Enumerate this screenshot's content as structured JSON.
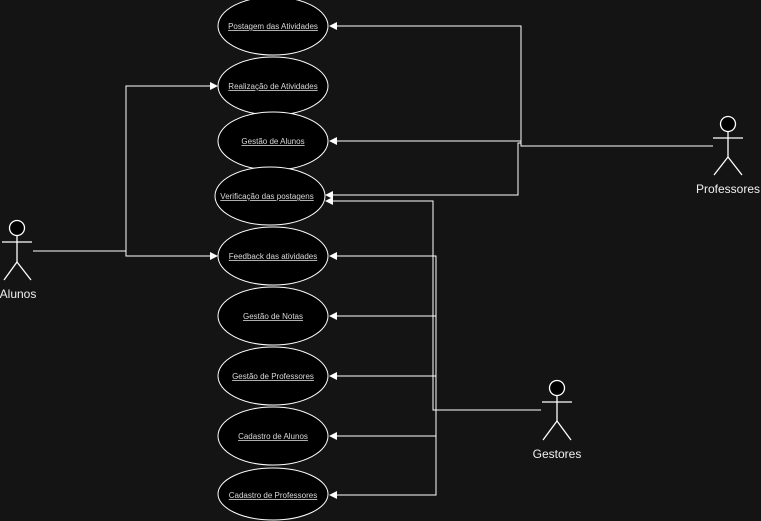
{
  "colors": {
    "background": "#141414",
    "stroke": "#ffffff",
    "ellipse_fill": "#000000",
    "usecase_text": "#d9d9d9",
    "actor_text": "#f0f0f0"
  },
  "actors": {
    "alunos": "Alunos",
    "professores": "Professores",
    "gestores": "Gestores"
  },
  "use_cases": {
    "postagem": "Postagem das Atividades",
    "realizacao": "Realização de Atividades",
    "gestao_alunos": "Gestão de Alunos",
    "verificacao": "Verificação das postagens",
    "feedback": "Feedback das atividades",
    "gestao_notas": "Gestão de Notas",
    "gestao_professores": "Gestão de Professores",
    "cadastro_alunos": "Cadastro de Alunos",
    "cadastro_professores": "Cadastro de Professores"
  },
  "relations": [
    {
      "actor": "alunos",
      "use_case": "realizacao"
    },
    {
      "actor": "alunos",
      "use_case": "feedback"
    },
    {
      "actor": "professores",
      "use_case": "postagem"
    },
    {
      "actor": "professores",
      "use_case": "gestao_alunos"
    },
    {
      "actor": "professores",
      "use_case": "verificacao"
    },
    {
      "actor": "gestores",
      "use_case": "verificacao"
    },
    {
      "actor": "gestores",
      "use_case": "feedback"
    },
    {
      "actor": "gestores",
      "use_case": "gestao_notas"
    },
    {
      "actor": "gestores",
      "use_case": "gestao_professores"
    },
    {
      "actor": "gestores",
      "use_case": "cadastro_alunos"
    },
    {
      "actor": "gestores",
      "use_case": "cadastro_professores"
    }
  ]
}
